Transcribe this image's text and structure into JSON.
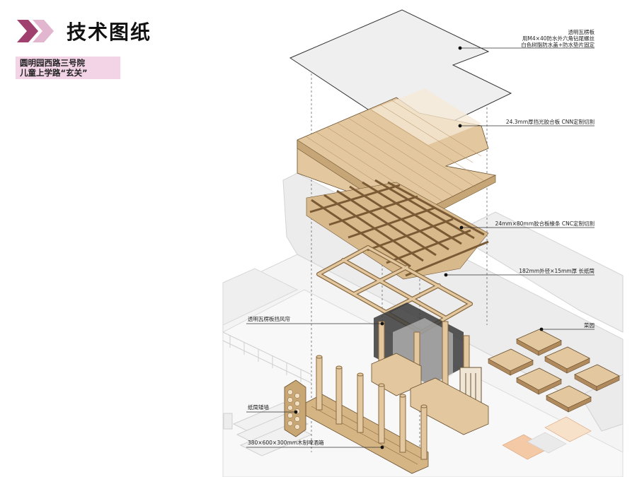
{
  "header": {
    "title": "技术图纸",
    "subtitle_line1": "圆明园西路三号院",
    "subtitle_line2": "儿童上学路“玄关”"
  },
  "labels": {
    "roof_line1": "透明瓦楞板",
    "roof_line2": "用M4×40防水外六角钻尾螺丝",
    "roof_line3": "白色树脂防水盖+防水垫片固定",
    "plywood": "24.3mm厚挡光胶合板 CNN定制切割",
    "slats": "24mm×80mm胶合板椽条 CNC定制切割",
    "tube": "182mm外径×15mm厚 长纸筒",
    "curtain": "透明瓦楞板挡风帘",
    "garden": "菜园",
    "wall": "纸筒矮墙",
    "crate": "380×600×300mm木制啤酒箱"
  },
  "colors": {
    "accent_pink": "#f2d4e6",
    "chevron_dark": "#a0406e",
    "chevron_light": "#e3b6d0",
    "wood": "#e2c79f",
    "wood_dark": "#b08a5c"
  }
}
